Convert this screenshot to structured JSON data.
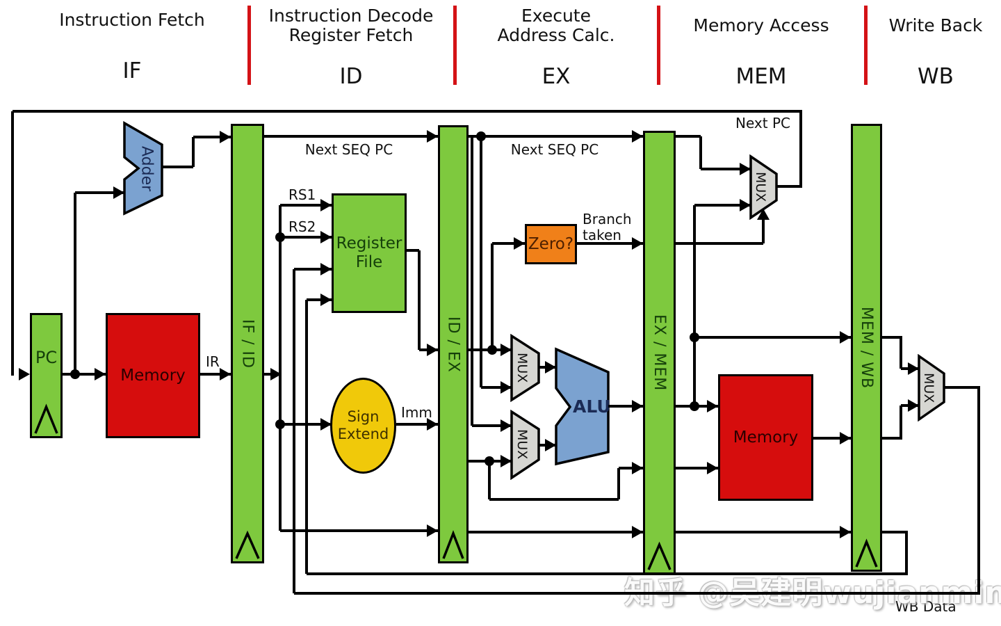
{
  "stages": [
    {
      "line1": "Instruction Fetch",
      "line2": "",
      "abbr": "IF"
    },
    {
      "line1": "Instruction Decode",
      "line2": "Register Fetch",
      "abbr": "ID"
    },
    {
      "line1": "Execute",
      "line2": "Address Calc.",
      "abbr": "EX"
    },
    {
      "line1": "Memory Access",
      "line2": "",
      "abbr": "MEM"
    },
    {
      "line1": "Write Back",
      "line2": "",
      "abbr": "WB"
    }
  ],
  "blocks": {
    "pc": "PC",
    "if_memory": "Memory",
    "adder": "Adder",
    "if_id": "IF / ID",
    "register_file_l1": "Register",
    "register_file_l2": "File",
    "sign_extend_l1": "Sign",
    "sign_extend_l2": "Extend",
    "id_ex": "ID / EX",
    "zero": "Zero?",
    "mux": "MUX",
    "alu": "ALU",
    "ex_mem": "EX / MEM",
    "mem_memory": "Memory",
    "mem_wb": "MEM / WB"
  },
  "wire_labels": {
    "next_seq_pc_if": "Next SEQ PC",
    "next_seq_pc_id": "Next SEQ PC",
    "next_pc": "Next PC",
    "rs1": "RS1",
    "rs2": "RS2",
    "ir": "IR",
    "imm": "Imm",
    "branch_l1": "Branch",
    "branch_l2": "taken",
    "wb_data": "WB Data"
  },
  "watermark": "知乎 @吴建明wujianming",
  "colors": {
    "register_green": "#7ec93e",
    "memory_red": "#d60d0d",
    "alu_blue": "#7ba2d0",
    "sign_extend_yellow": "#f0c90a",
    "zero_orange": "#f08019",
    "mux_gray": "#d6d6d2",
    "separator_red": "#d41216",
    "wire_black": "#000000"
  }
}
